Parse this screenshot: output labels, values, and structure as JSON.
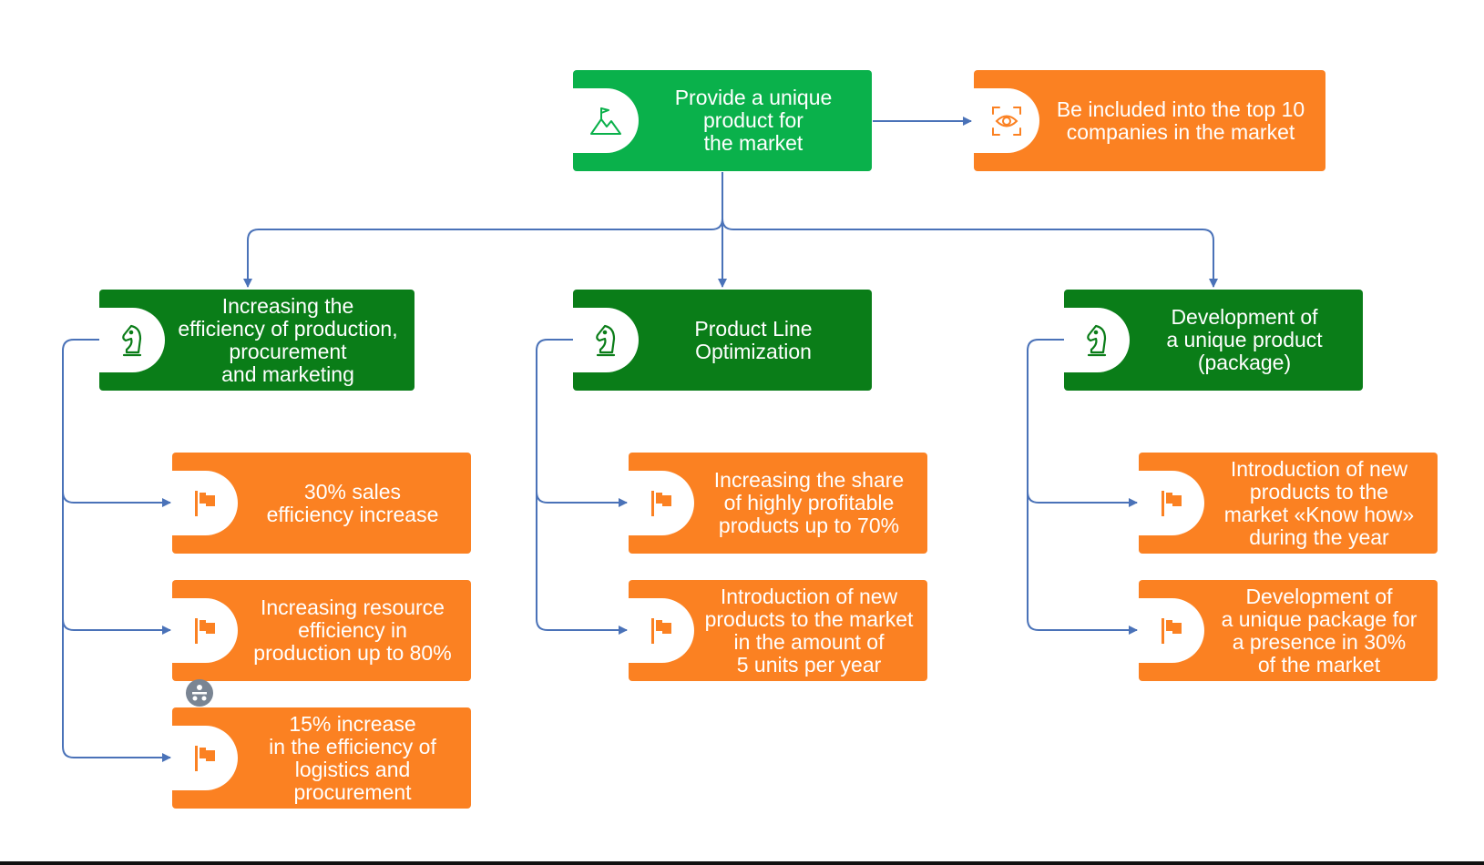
{
  "colors": {
    "connector": "#4a72b8",
    "green_bright": "#0ab14b",
    "green_dark": "#0a7d18",
    "orange": "#fb8122"
  },
  "nodes": {
    "root": {
      "text": "Provide a unique\nproduct for\nthe market",
      "icon": "mountain-flag-icon"
    },
    "top10": {
      "text": "Be included into the top 10\ncompanies in the market",
      "icon": "eye-scan-icon"
    },
    "branch_efficiency": {
      "text": "Increasing the\nefficiency of production,\nprocurement\nand marketing",
      "icon": "chess-knight-icon"
    },
    "branch_product_line": {
      "text": "Product Line\nOptimization",
      "icon": "chess-knight-icon"
    },
    "branch_unique_product": {
      "text": "Development of\na unique product\n(package)",
      "icon": "chess-knight-icon"
    },
    "goal_sales": {
      "text": "30% sales\nefficiency increase",
      "icon": "flag-icon"
    },
    "goal_resource": {
      "text": "Increasing resource\nefficiency in\nproduction up to 80%",
      "icon": "flag-icon"
    },
    "goal_logistics": {
      "text": "15% increase\nin the efficiency of\nlogistics and\nprocurement",
      "icon": "flag-icon"
    },
    "goal_share": {
      "text": "Increasing the share\nof highly profitable\nproducts up to 70%",
      "icon": "flag-icon"
    },
    "goal_new_products": {
      "text": "Introduction of new\nproducts to the market\nin the amount of\n5 units per year",
      "icon": "flag-icon"
    },
    "goal_know_how": {
      "text": "Introduction of new\nproducts to the\nmarket «Know how»\nduring the year",
      "icon": "flag-icon"
    },
    "goal_package": {
      "text": "Development of\na unique package for\na presence in 30%\nof the market",
      "icon": "flag-icon"
    }
  }
}
